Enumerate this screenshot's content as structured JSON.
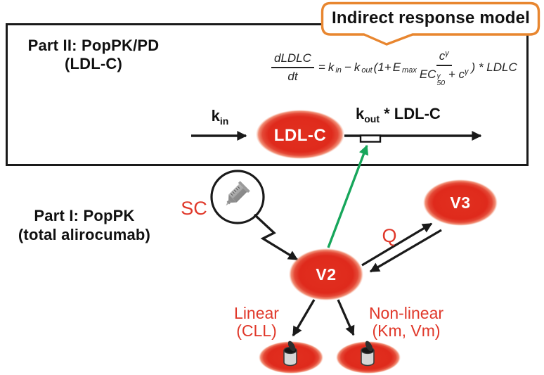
{
  "colors": {
    "compartment_red_fill": "#e02b1d",
    "accent_red_text": "#e0382a",
    "stimulation_green": "#17a65b",
    "callout_orange": "#e8862f",
    "line_black": "#1a1a1a"
  },
  "callout": {
    "label": "Indirect response model"
  },
  "part2": {
    "title_line1": "Part II: PopPK/PD",
    "title_line2": "(LDL-C)",
    "equation": {
      "lhs_num": "dLDLC",
      "lhs_den": "dt",
      "equals": "=",
      "kin_base": "k",
      "kin_sub": "in",
      "minus": "−",
      "kout_base": "k",
      "kout_sub": "out",
      "open": "(1+",
      "emax_base": "E",
      "emax_sub": "max",
      "num2_base": "c",
      "num2_sup": "γ",
      "den2_base": "EC",
      "den2_sup": "γ",
      "den2_sub": "50",
      "den2_plus": "+",
      "den2_c": "c",
      "den2_c_sup": "γ",
      "close": ") * LDLC"
    },
    "kin_base": "k",
    "kin_sub": "in",
    "kout_base": "k",
    "kout_sub": "out",
    "kout_rest": " * LDL-C",
    "compartment_label": "LDL-C"
  },
  "part1": {
    "title_line1": "Part I: PopPK",
    "title_line2": "(total alirocumab)",
    "sc_label": "SC",
    "q_label": "Q",
    "v2_label": "V2",
    "v3_label": "V3",
    "linear_line1": "Linear",
    "linear_line2": "(CLL)",
    "nonlinear_line1": "Non-linear",
    "nonlinear_line2": "(Km, Vm)"
  },
  "icons": {
    "syringe": "subcutaneous-injection-syringe",
    "waste_bin": "elimination-waste-bin"
  }
}
